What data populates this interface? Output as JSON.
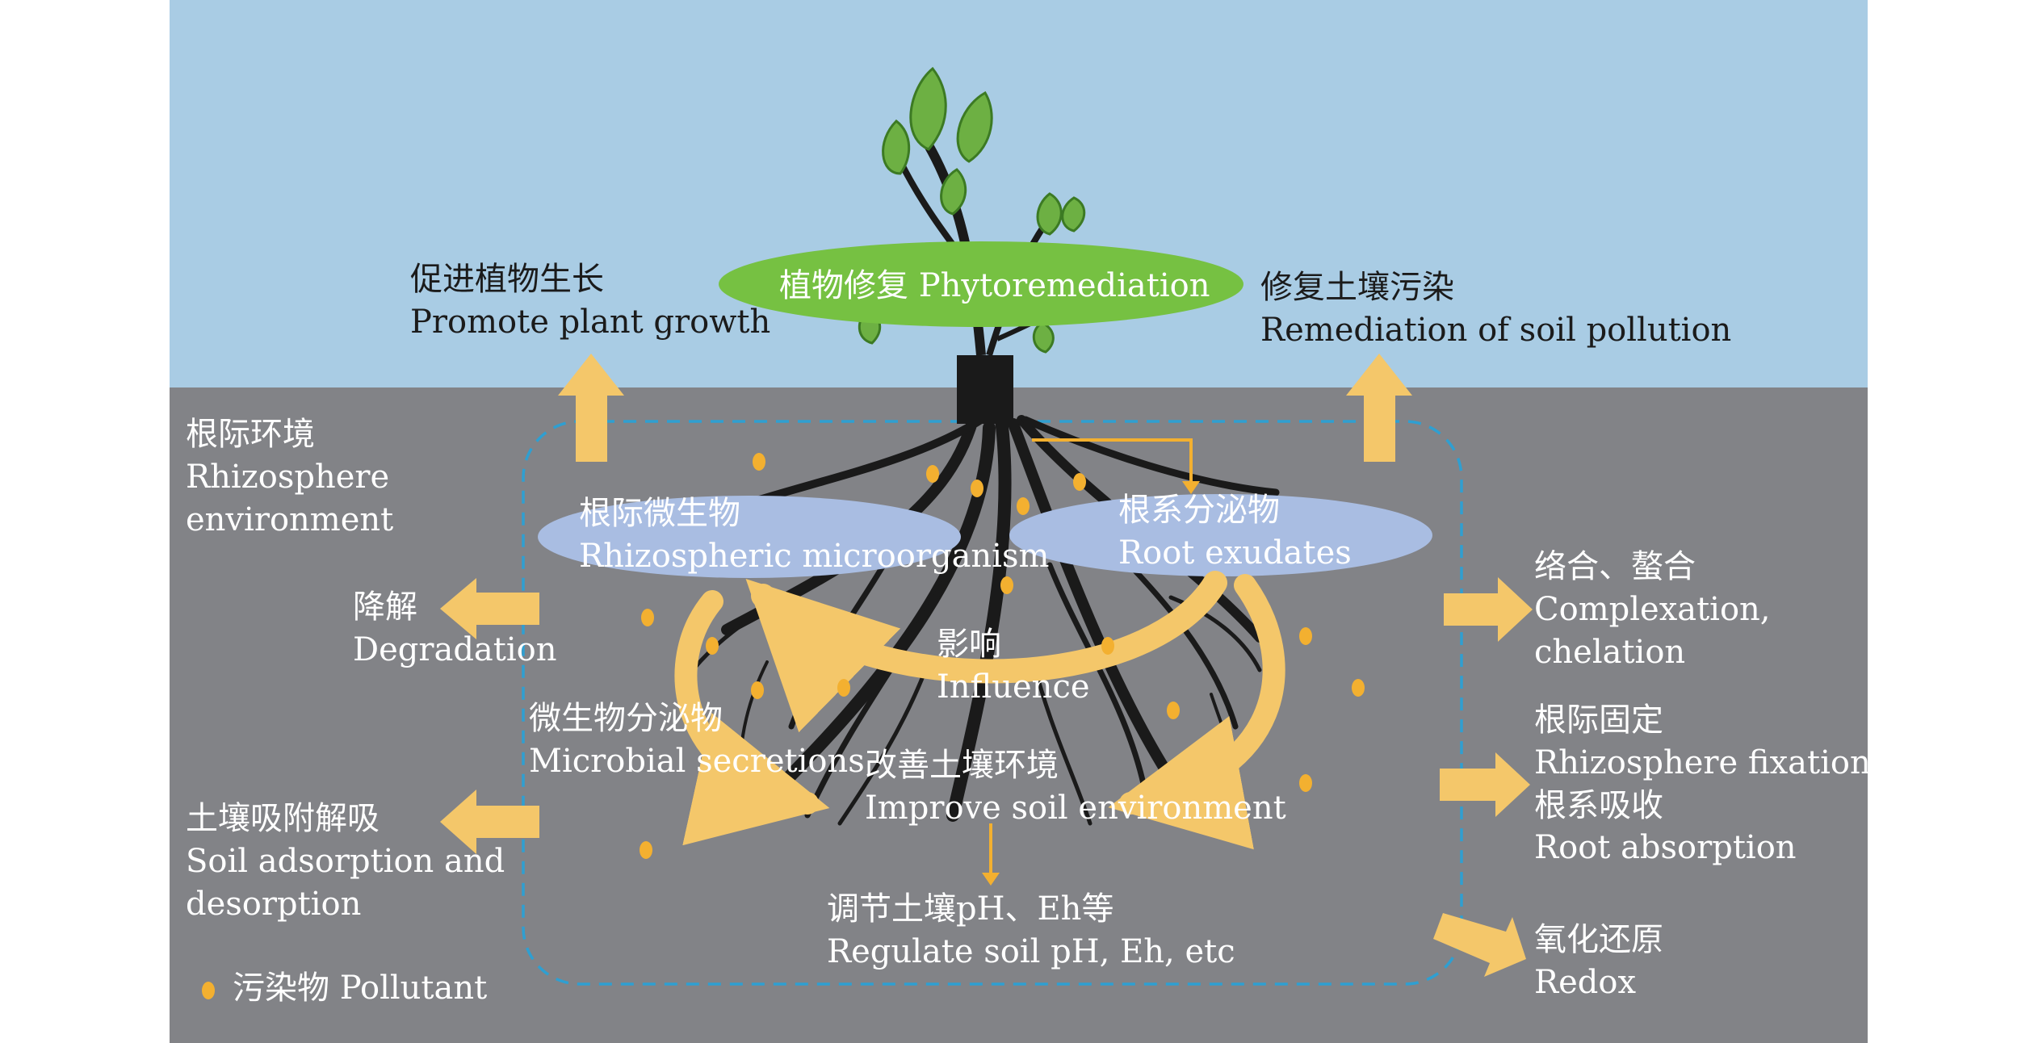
{
  "colors": {
    "sky": "#a9cce4",
    "soil": "#828387",
    "oval_green": "#76c142",
    "oval_blue": "#a9bde2",
    "arrow": "#f4c76a",
    "pollutant": "#f3b030",
    "dashed": "#2f9fd1",
    "root": "#1a1a1a",
    "leaf": "#6db043"
  },
  "top": {
    "phytoremediation": "植物修复 Phytoremediation",
    "promote_cn": "促进植物生长",
    "promote_en": "Promote plant growth",
    "remediation_cn": "修复土壤污染",
    "remediation_en": "Remediation of soil pollution"
  },
  "left": {
    "rhizo_env_cn": "根际环境",
    "rhizo_env_en1": "Rhizosphere",
    "rhizo_env_en2": "environment",
    "degradation_cn": "降解",
    "degradation_en": "Degradation",
    "adsorption_cn": "土壤吸附解吸",
    "adsorption_en1": "Soil adsorption and",
    "adsorption_en2": "desorption",
    "legend_label": "污染物 Pollutant"
  },
  "center": {
    "microorganism_cn": "根际微生物",
    "microorganism_en": "Rhizospheric microorganism",
    "exudates_cn": "根系分泌物",
    "exudates_en": "Root exudates",
    "influence_cn": "影响",
    "influence_en": "Influence",
    "secretions_cn": "微生物分泌物",
    "secretions_en": "Microbial secretions",
    "improve_cn": "改善土壤环境",
    "improve_en": "Improve soil environment",
    "regulate_cn": "调节土壤pH、Eh等",
    "regulate_en": "Regulate soil pH, Eh, etc"
  },
  "right": {
    "complex_cn": "络合、螯合",
    "complex_en1": "Complexation,",
    "complex_en2": "chelation",
    "fixation_cn": "根际固定",
    "fixation_en": "Rhizosphere fixation",
    "absorption_cn": "根系吸收",
    "absorption_en": "Root absorption",
    "redox_cn": "氧化还原",
    "redox_en": "Redox"
  }
}
